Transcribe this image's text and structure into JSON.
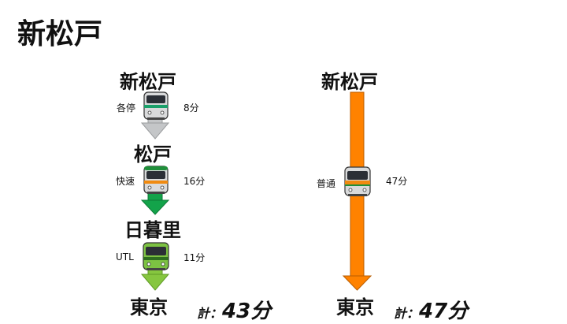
{
  "page": {
    "title": "新松戸"
  },
  "route_left": {
    "stations": [
      "新松戸",
      "松戸",
      "日暮里",
      "東京"
    ],
    "legs": [
      {
        "service": "各停",
        "duration": "8分"
      },
      {
        "service": "快速",
        "duration": "16分"
      },
      {
        "service": "UTL",
        "duration": "11分"
      }
    ],
    "total_label": "計：",
    "total_value": "43分"
  },
  "route_right": {
    "stations": [
      "新松戸",
      "東京"
    ],
    "legs": [
      {
        "service": "普通",
        "duration": "47分"
      }
    ],
    "total_label": "計：",
    "total_value": "47分"
  },
  "colors": {
    "arrow_kakutei": "#c4c6c8",
    "arrow_kaisoku": "#13a34a",
    "arrow_utl": "#86c63f",
    "arrow_direct": "#ff8200",
    "train_kakutei_band": "#1aa06a",
    "train_kaisoku_band": "#1f8f3a",
    "train_utl_band": "#7cc242",
    "train_direct_band": "#f08a10"
  }
}
